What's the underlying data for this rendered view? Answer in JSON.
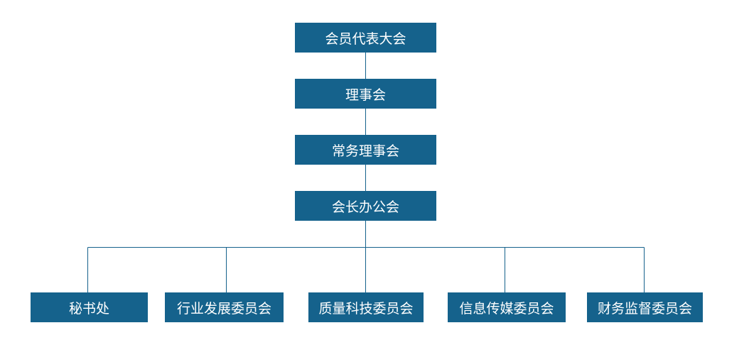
{
  "colors": {
    "node_fill": "#15628c",
    "node_text": "#ffffff",
    "connector": "#15628c"
  },
  "nodes": {
    "assembly": "会员代表大会",
    "council": "理事会",
    "standing_council": "常务理事会",
    "presidents_office": "会长办公会",
    "secretariat": "秘书处",
    "industry_dev": "行业发展委员会",
    "quality_tech": "质量科技委员会",
    "info_media": "信息传媒委员会",
    "finance_audit": "财务监督委员会"
  }
}
